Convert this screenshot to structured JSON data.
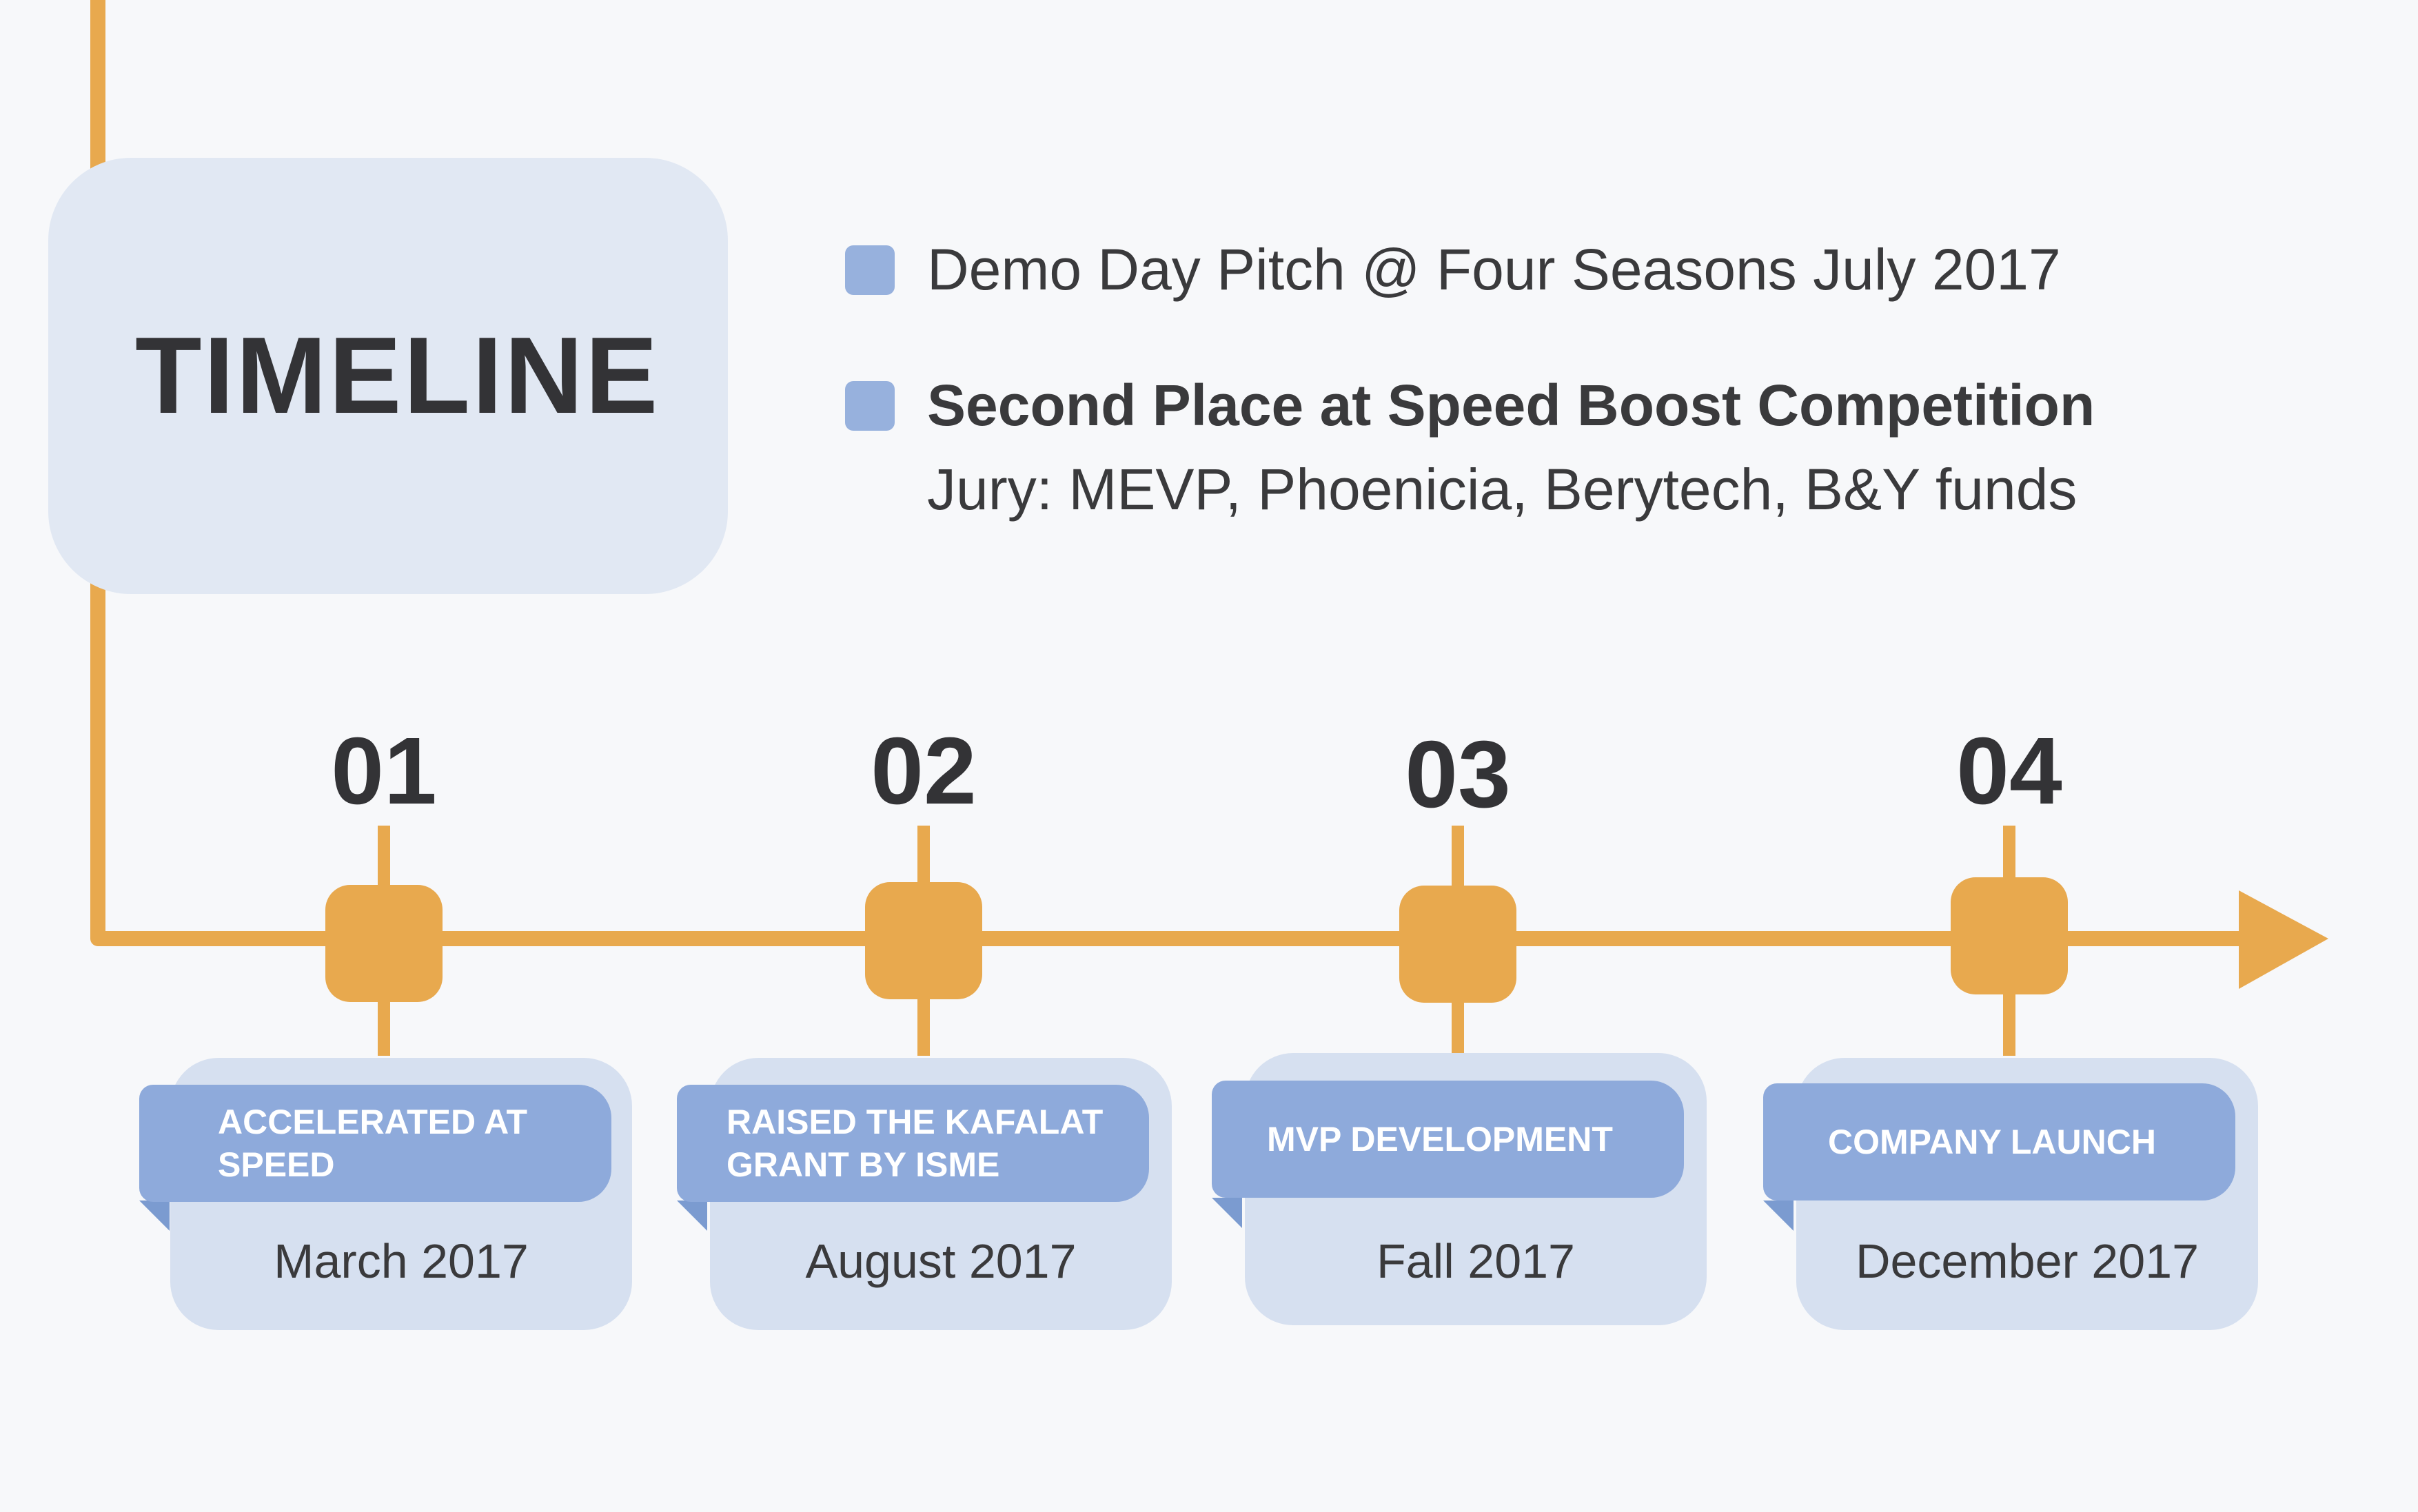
{
  "title": "TIMELINE",
  "colors": {
    "axis": "#e8a94e",
    "ribbon": "#8eaadb",
    "card": "#d6e0f0",
    "title_card": "#e1e8f3",
    "bullet": "#97b1dd"
  },
  "notes": [
    {
      "text": "Demo Day Pitch @ Four Seasons July 2017"
    },
    {
      "text": "Second Place at Speed Boost Competition",
      "detail": "Jury: MEVP, Phoenicia, Berytech, B&Y funds"
    }
  ],
  "steps": [
    {
      "number": "01",
      "label": "ACCELERATED AT SPEED",
      "date": "March 2017"
    },
    {
      "number": "02",
      "label": "RAISED THE KAFALAT GRANT BY ISME",
      "date": "August 2017"
    },
    {
      "number": "03",
      "label": "MVP DEVELOPMENT",
      "date": "Fall 2017"
    },
    {
      "number": "04",
      "label": "COMPANY LAUNCH",
      "date": "December 2017"
    }
  ]
}
